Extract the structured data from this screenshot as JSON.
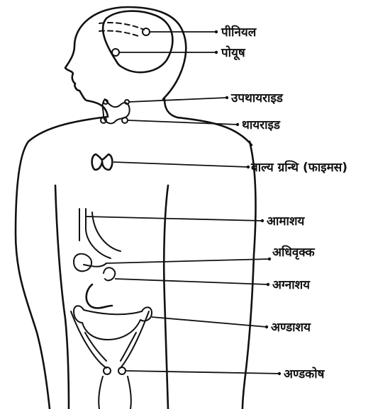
{
  "labels": {
    "pineal": "पीनियल",
    "pituitary": "पोयूष",
    "parathyroid": "उपथायराइड",
    "thyroid": "थायराइड",
    "thymus": "बाल्य ग्रन्थि (फाइमस)",
    "stomach": "आमाशय",
    "adrenal": "अधिवृक्क",
    "pancreas": "अग्नाशय",
    "ovary": "अण्डाशय",
    "testis": "अण्डकोष"
  },
  "colors": {
    "ink": "#111111",
    "paper": "#ffffff"
  }
}
